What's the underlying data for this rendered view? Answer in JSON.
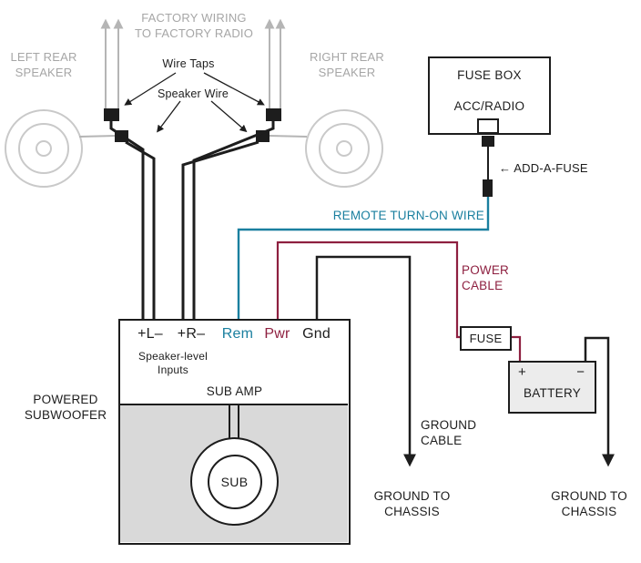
{
  "colors": {
    "gray_text": "#a6a6a6",
    "gray_line": "#b5b5b5",
    "wire_black": "#1d1d1d",
    "remote_teal": "#1a7f9f",
    "power_maroon": "#8e2040",
    "battery_fill": "#ececec",
    "amp_bottom_fill": "#d9d9d9",
    "speaker_stroke": "#c9c9c9"
  },
  "factory": {
    "left_speaker": "LEFT REAR\nSPEAKER",
    "right_speaker": "RIGHT REAR\nSPEAKER",
    "wiring_note": "FACTORY WIRING\nTO FACTORY RADIO",
    "wire_taps": "Wire Taps",
    "speaker_wire": "Speaker Wire"
  },
  "fuse_box": {
    "title": "FUSE BOX",
    "slot": "ACC/RADIO",
    "add_a_fuse": "← ADD-A-FUSE"
  },
  "wiring": {
    "remote": "REMOTE TURN-ON WIRE",
    "power": "POWER\nCABLE",
    "ground": "GROUND\nCABLE",
    "ground_chassis_left": "GROUND TO\nCHASSIS",
    "ground_chassis_right": "GROUND TO\nCHASSIS",
    "fuse": "FUSE",
    "battery": "BATTERY",
    "battery_plus": "+",
    "battery_minus": "−"
  },
  "amp": {
    "terminal_l": "+L–",
    "terminal_r": "+R–",
    "terminal_rem": "Rem",
    "terminal_pwr": "Pwr",
    "terminal_gnd": "Gnd",
    "speaker_level_inputs": "Speaker-level\nInputs",
    "sub_amp": "SUB AMP",
    "powered_subwoofer": "POWERED\nSUBWOOFER",
    "sub": "SUB"
  }
}
